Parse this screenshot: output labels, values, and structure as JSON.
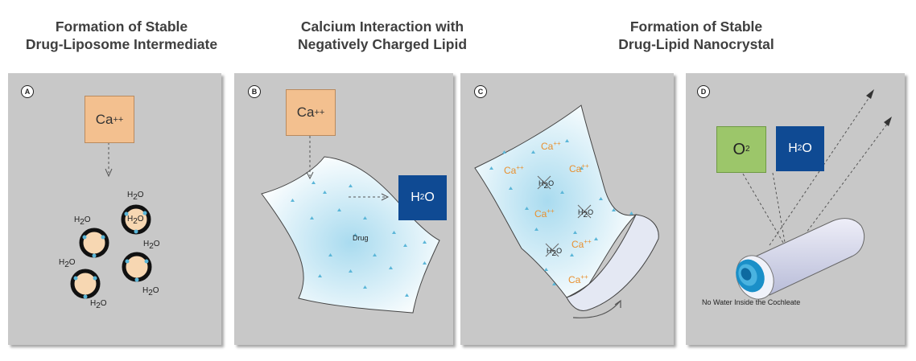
{
  "headings": {
    "left": {
      "line1": "Formation of Stable",
      "line2": "Drug-Liposome Intermediate"
    },
    "middle": {
      "line1": "Calcium Interaction with",
      "line2": "Negatively Charged Lipid"
    },
    "right": {
      "line1": "Formation of Stable",
      "line2": "Drug-Lipid Nanocrystal"
    }
  },
  "panels": {
    "a": {
      "letter": "A",
      "ca_base": "Ca",
      "ca_charge": "++",
      "water_base": "H",
      "water_sub": "2",
      "water_end": "O"
    },
    "b": {
      "letter": "B",
      "ca_base": "Ca",
      "ca_charge": "++",
      "h2o_base": "H",
      "h2o_sub": "2",
      "h2o_end": "O",
      "drug_label": "Drug"
    },
    "c": {
      "letter": "C",
      "ca_base": "Ca",
      "ca_charge": "++",
      "water_base": "H",
      "water_sub": "2",
      "water_end": "O"
    },
    "d": {
      "letter": "D",
      "o2_base": "O",
      "o2_sub": "2",
      "h2o_base": "H",
      "h2o_sub": "2",
      "h2o_end": "O",
      "caption": "No Water Inside the Cochleate"
    }
  },
  "colors": {
    "panel_bg": "#c8c8c8",
    "calcium_box": "#f3c08f",
    "water_box": "#0f4a93",
    "oxygen_box": "#9cc66a",
    "calcium_text": "#e8902f",
    "drug_marker": "#5bb6d8"
  }
}
